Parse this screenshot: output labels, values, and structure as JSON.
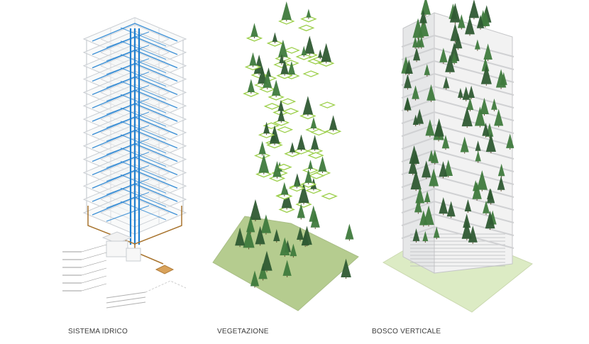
{
  "captions": {
    "water_system": "SISTEMA IDRICO",
    "vegetation": "VEGETAZIONE",
    "vertical_forest": "BOSCO VERTICALE"
  },
  "palette": {
    "frame": "#c9cdd2",
    "slab": "#f4f5f6",
    "pipe_blue": "#1f7fd0",
    "pipe_brown": "#a8742e",
    "tree_dark": "#2f5a33",
    "tree_mid": "#3f7a3d",
    "planter_green": "#9ccf4a",
    "ground_green": "#b5cc8f",
    "facade_grey": "#e6e7e8"
  },
  "icons": [
    "tree-icon",
    "pipe-icon",
    "planter-icon"
  ]
}
